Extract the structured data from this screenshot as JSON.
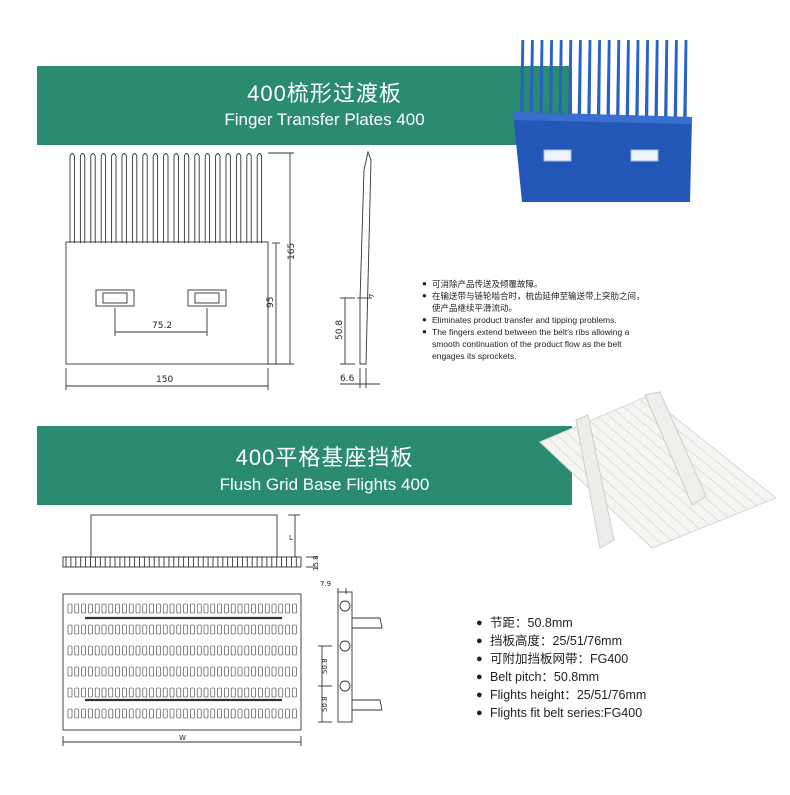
{
  "section1": {
    "title_cn": "400梳形过渡板",
    "title_en": "Finger Transfer Plates 400",
    "drawing": {
      "dim_height": "165",
      "dim_middle": "95",
      "dim_slot_spacing": "75.2",
      "dim_width": "150",
      "dim_side_height": "50.8",
      "dim_thickness": "6.6",
      "dim_small": "7"
    },
    "notes": [
      "可消除产品传送及倾覆故障。",
      "在输送带与链轮啮合时，梳齿延伸至输送带上突肋之间，",
      "使产品继续平滑流动。",
      "Eliminates product transfer and tipping problems.",
      "The fingers extend between the belt’s ribs allowing a",
      "smooth continuation of the product flow as the belt",
      "engages its sprockets."
    ],
    "photo_color": "#2458b8"
  },
  "section2": {
    "title_cn": "400平格基座挡板",
    "title_en": "Flush Grid Base Flights 400",
    "drawing": {
      "dim_l": "L",
      "dim_15": "15.8",
      "dim_79": "7.9",
      "dim_pitch_a": "50.8",
      "dim_pitch_b": "50.8",
      "dim_w": "W"
    },
    "notes": [
      "节距：50.8mm",
      "挡板高度：25/51/76mm",
      "可附加挡板网带：FG400",
      "Belt pitch：50.8mm",
      "Flights height：25/51/76mm",
      "Flights fit belt series:FG400"
    ]
  },
  "colors": {
    "banner": "#2a8b71",
    "photo_blue": "#2458b8"
  },
  "icons": {
    "bullet": "●"
  }
}
